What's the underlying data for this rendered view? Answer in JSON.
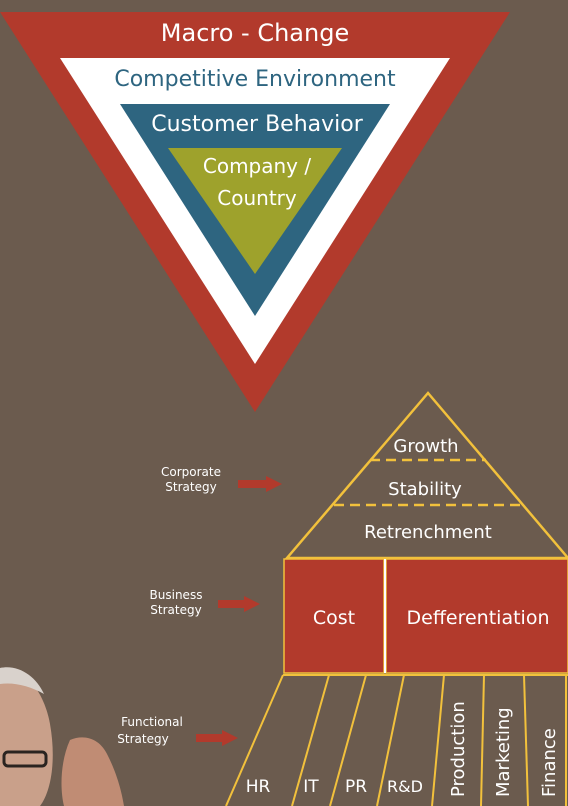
{
  "environment_pyramid": {
    "layers": [
      {
        "label": "Macro - Change",
        "color": "#b23a2c"
      },
      {
        "label": "Competitive  Environment",
        "color": "#ffffff"
      },
      {
        "label": "Customer  Behavior",
        "color": "#2e6580"
      },
      {
        "label": "Company /",
        "color": "#9ea22c"
      }
    ],
    "inner_line2": "Country"
  },
  "strategy_levels": {
    "corporate": {
      "label_line1": "Corporate",
      "label_line2": "Strategy",
      "options": [
        "Growth",
        "Stability",
        "Retrenchment"
      ]
    },
    "business": {
      "label_line1": "Business",
      "label_line2": "Strategy",
      "options": [
        "Cost",
        "Defferentiation"
      ]
    },
    "functional": {
      "label_line1": "Functional",
      "label_line2": "Strategy",
      "options": [
        "HR",
        "IT",
        "PR",
        "R&D",
        "Production",
        "Marketing",
        "Finance"
      ]
    }
  },
  "colors": {
    "background": "#6b5b4e",
    "arrow": "#b23a2c",
    "outline": "#f2c13c",
    "box_fill": "#b23a2c",
    "text_light": "#ffffff",
    "text_dark_blue": "#2e6580"
  }
}
